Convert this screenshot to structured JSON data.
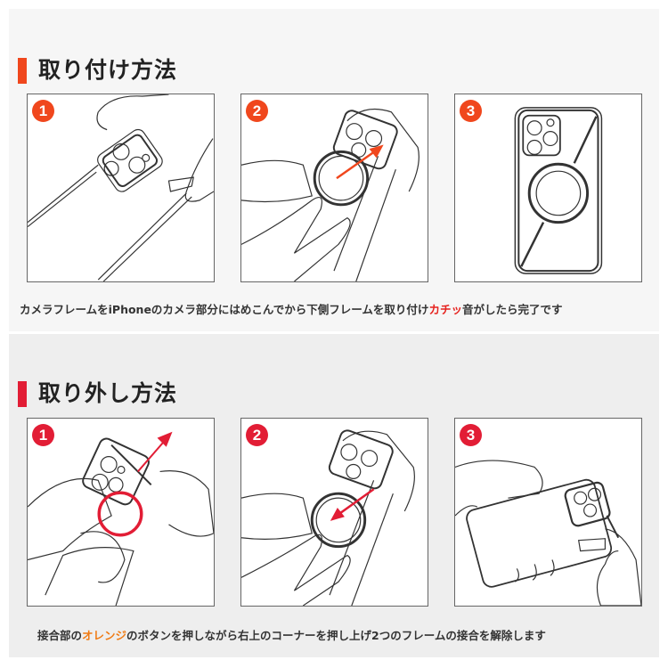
{
  "colors": {
    "install_accent": "#f0471d",
    "remove_accent": "#e21d35",
    "highlight_red": "#e6231f",
    "highlight_orange": "#f07a12",
    "panel_top_bg": "#f6f6f6",
    "panel_bottom_bg": "#eeeeee"
  },
  "install": {
    "title": "取り付け方法",
    "steps": [
      {
        "number": "1",
        "illustration": "camera-frame-attach-illustration"
      },
      {
        "number": "2",
        "illustration": "lower-frame-slide-illustration"
      },
      {
        "number": "3",
        "illustration": "assembled-frame-illustration"
      }
    ],
    "caption": {
      "before": "カメラフレームをiPhoneのカメラ部分にはめこんでから下側フレームを取り付け",
      "highlight": "カチッ",
      "after": "音がしたら完了です"
    }
  },
  "remove": {
    "title": "取り外し方法",
    "steps": [
      {
        "number": "1",
        "illustration": "press-button-push-corner-illustration"
      },
      {
        "number": "2",
        "illustration": "slide-frame-down-illustration"
      },
      {
        "number": "3",
        "illustration": "remove-frame-illustration"
      }
    ],
    "caption": {
      "before": "接合部の",
      "highlight": "オレンジ",
      "after": "のボタンを押しながら右上のコーナーを押し上げ2つのフレームの接合を解除します"
    }
  }
}
